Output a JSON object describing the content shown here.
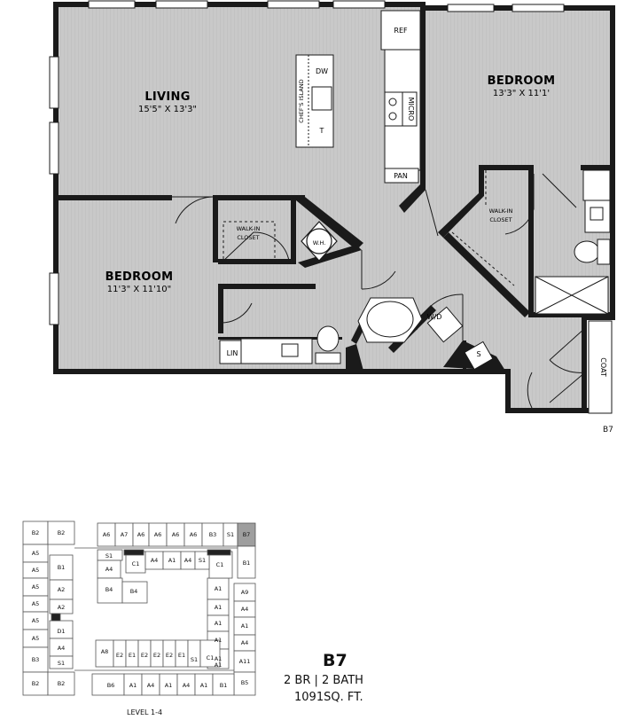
{
  "plan": {
    "unit_code": "B7",
    "rooms": {
      "living": {
        "title": "LIVING",
        "dims": "15'5\" X 13'3\""
      },
      "bedroom_right": {
        "title": "BEDROOM",
        "dims": "13'3\" X 11'1'"
      },
      "bedroom_left": {
        "title": "BEDROOM",
        "dims": "11'3\" X 11'10\""
      }
    },
    "labels": {
      "ref": "REF",
      "dw": "DW",
      "micro": "MICRO",
      "island": "CHEF'S ISLAND",
      "t": "T",
      "pan": "PAN",
      "walkin_1": "WALK-IN",
      "closet_1": "CLOSET",
      "walkin_2": "WALK-IN",
      "closet_2": "CLOSET",
      "wh": "W.H.",
      "wd": "W/D",
      "s": "S",
      "lin": "LIN",
      "coat": "COAT"
    }
  },
  "summary": {
    "name": "B7",
    "rooms": "2 BR | 2 BATH",
    "sqft": "1091SQ. FT."
  },
  "keyplan": {
    "level": "LEVEL 1-4",
    "highlight": "B7",
    "units": {
      "top": [
        "A6",
        "A7",
        "A6",
        "A6",
        "A6",
        "A6",
        "B3",
        "S1",
        "B7"
      ],
      "left_outer": [
        "A5",
        "A5",
        "A5",
        "A5",
        "A5",
        "A5",
        "B3"
      ],
      "left_inner": [
        "B1",
        "A2",
        "A2",
        "D1",
        "A4",
        "S1"
      ],
      "top_left": [
        "B2",
        "B2"
      ],
      "bottom_left": [
        "B2",
        "B2"
      ],
      "inner_top": [
        "A4",
        "A1",
        "A4",
        "S1"
      ],
      "inner_misc": [
        "S1",
        "A4",
        "B4",
        "B4",
        "C1",
        "C1",
        "B1"
      ],
      "right_col": [
        "A1",
        "A1",
        "A1",
        "A1",
        "A1"
      ],
      "far_right": [
        "A9",
        "A4",
        "A1",
        "A4",
        "A11",
        "B5"
      ],
      "inner_bottom": [
        "A8",
        "E2",
        "E1",
        "E2",
        "E2",
        "E2",
        "E1",
        "S1",
        "C1",
        "A1"
      ],
      "bottom": [
        "B6",
        "A1",
        "A4",
        "A1",
        "A4",
        "A1",
        "B1"
      ]
    }
  }
}
